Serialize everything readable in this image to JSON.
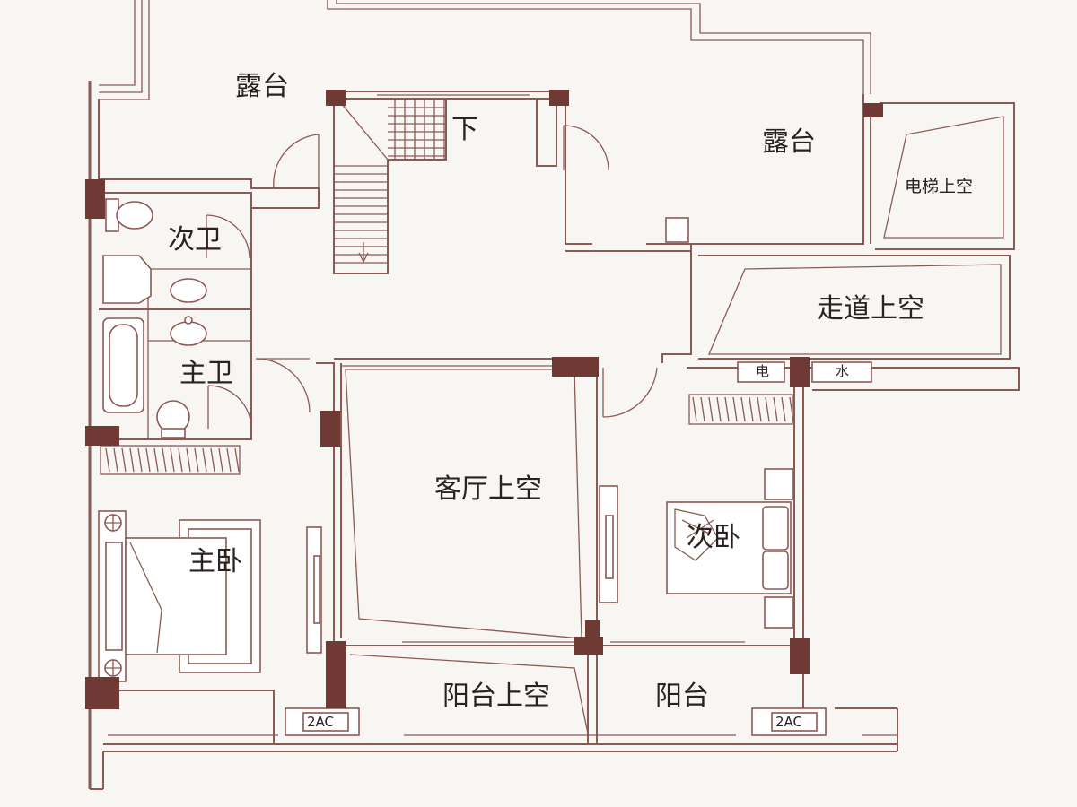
{
  "rooms": {
    "terrace_left": "露台",
    "terrace_right": "露台",
    "stair_down": "下",
    "elevator_void": "电梯上空",
    "corridor_void": "走道上空",
    "second_bath": "次卫",
    "master_bath": "主卫",
    "living_void": "客厅上空",
    "second_bedroom": "次卧",
    "master_bedroom": "主卧",
    "balcony_void": "阳台上空",
    "balcony": "阳台"
  },
  "labels": {
    "electric": "电",
    "water": "水",
    "ac_left": "2AC",
    "ac_right": "2AC"
  },
  "colors": {
    "wall": "#8b5a55",
    "column": "#6e3a33",
    "background": "#f8f6f3"
  }
}
